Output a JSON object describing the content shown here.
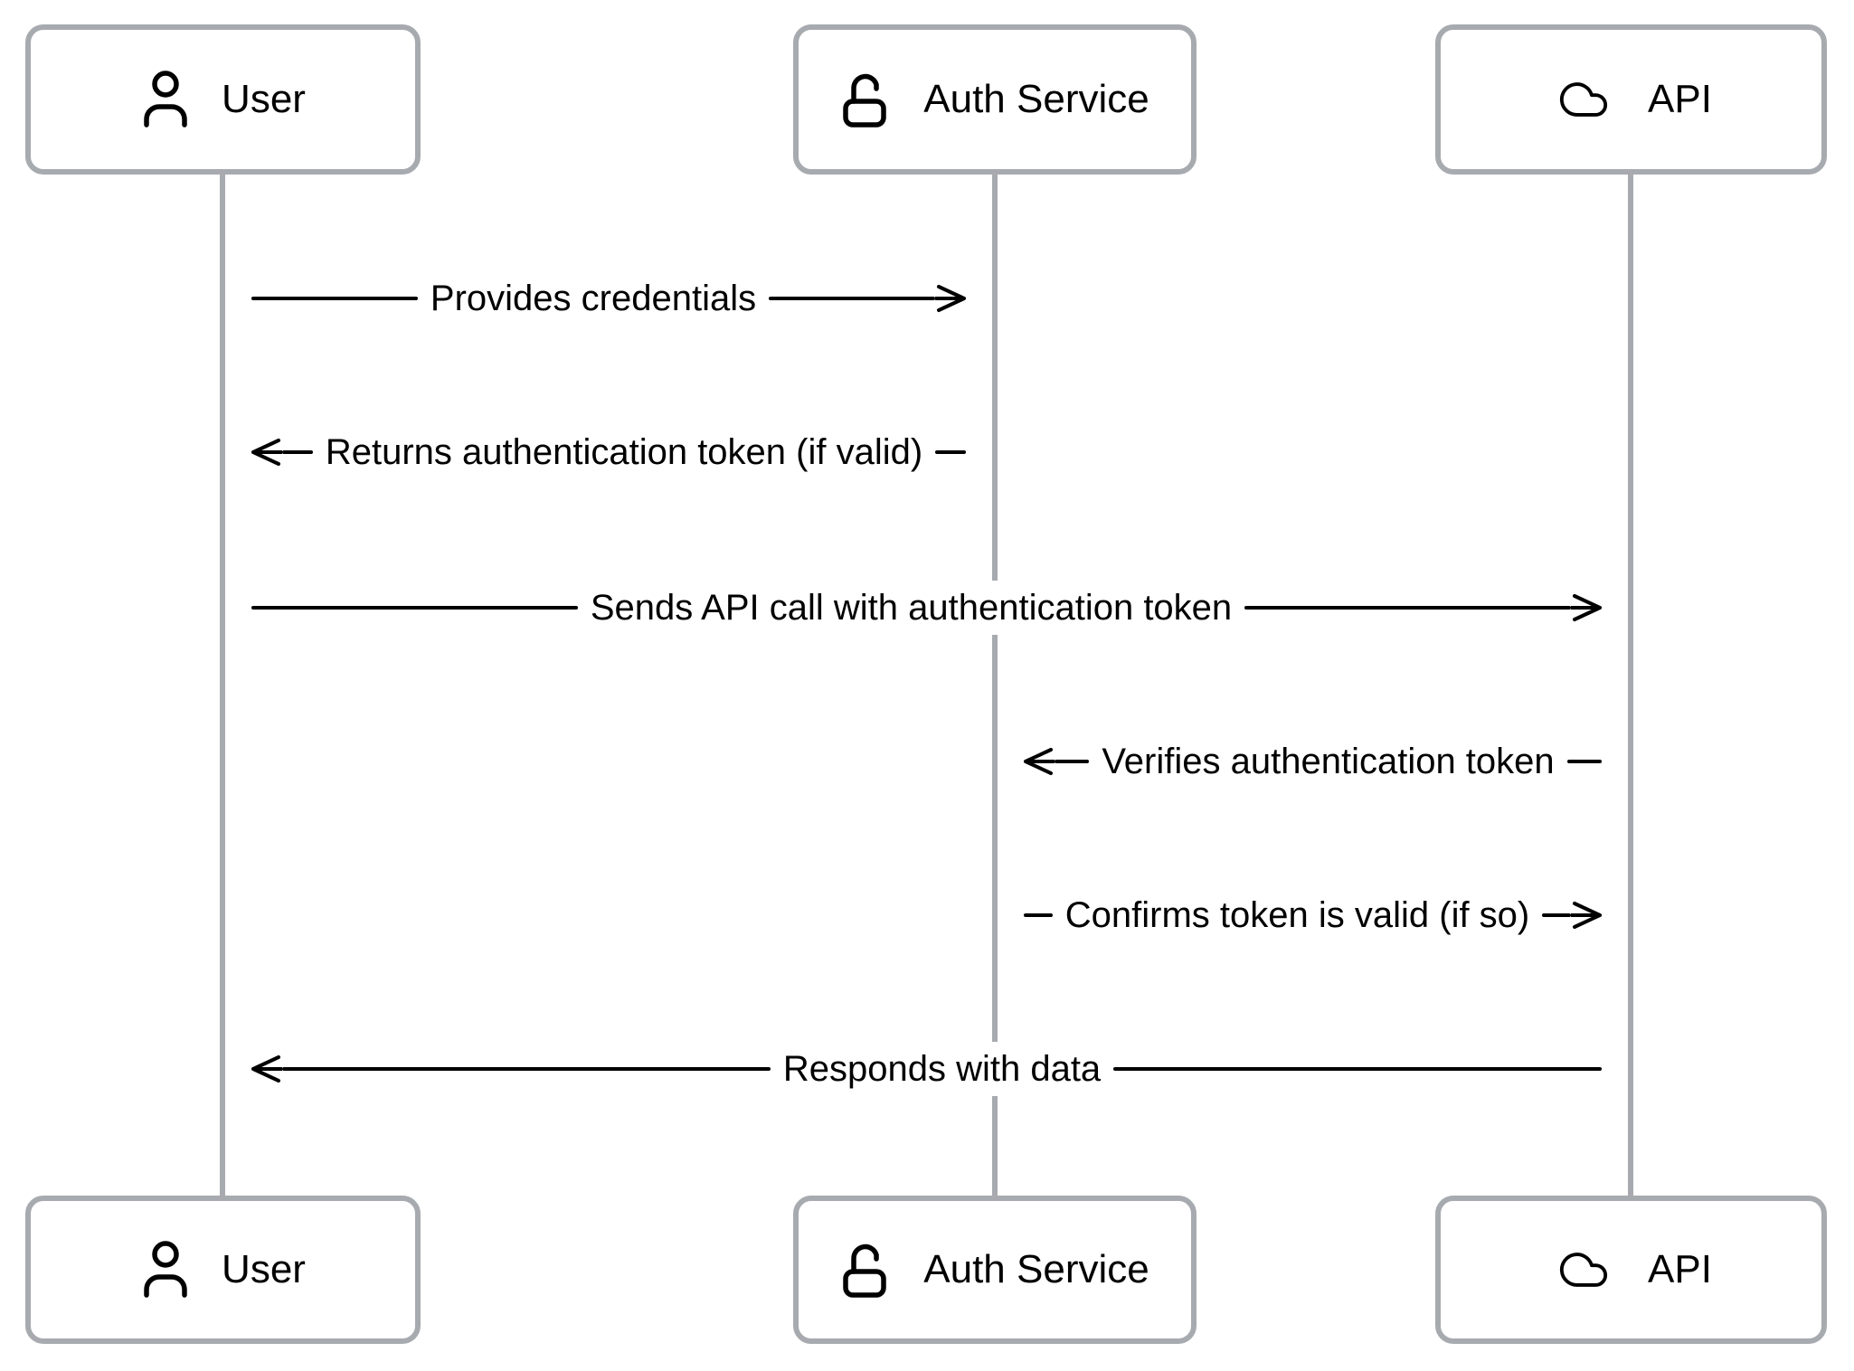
{
  "diagram": {
    "type": "sequence-diagram",
    "colors": {
      "background": "#ffffff",
      "box_border": "#a7abaf",
      "lifeline": "#a7abaf",
      "message_line": "#000000",
      "text": "#000000"
    },
    "actors": [
      {
        "label": "User",
        "icon": "person-icon"
      },
      {
        "label": "Auth Service",
        "icon": "unlock-icon"
      },
      {
        "label": "API",
        "icon": "cloud-icon"
      }
    ],
    "messages": [
      {
        "from": "User",
        "to": "Auth Service",
        "direction": "right",
        "label": "Provides credentials"
      },
      {
        "from": "Auth Service",
        "to": "User",
        "direction": "left",
        "label": "Returns authentication token (if valid)"
      },
      {
        "from": "User",
        "to": "API",
        "direction": "right",
        "label": "Sends API call with authentication token"
      },
      {
        "from": "API",
        "to": "Auth Service",
        "direction": "left",
        "label": "Verifies authentication token"
      },
      {
        "from": "Auth Service",
        "to": "API",
        "direction": "right",
        "label": "Confirms token is valid (if so)"
      },
      {
        "from": "API",
        "to": "User",
        "direction": "left",
        "label": "Responds with data"
      }
    ]
  }
}
